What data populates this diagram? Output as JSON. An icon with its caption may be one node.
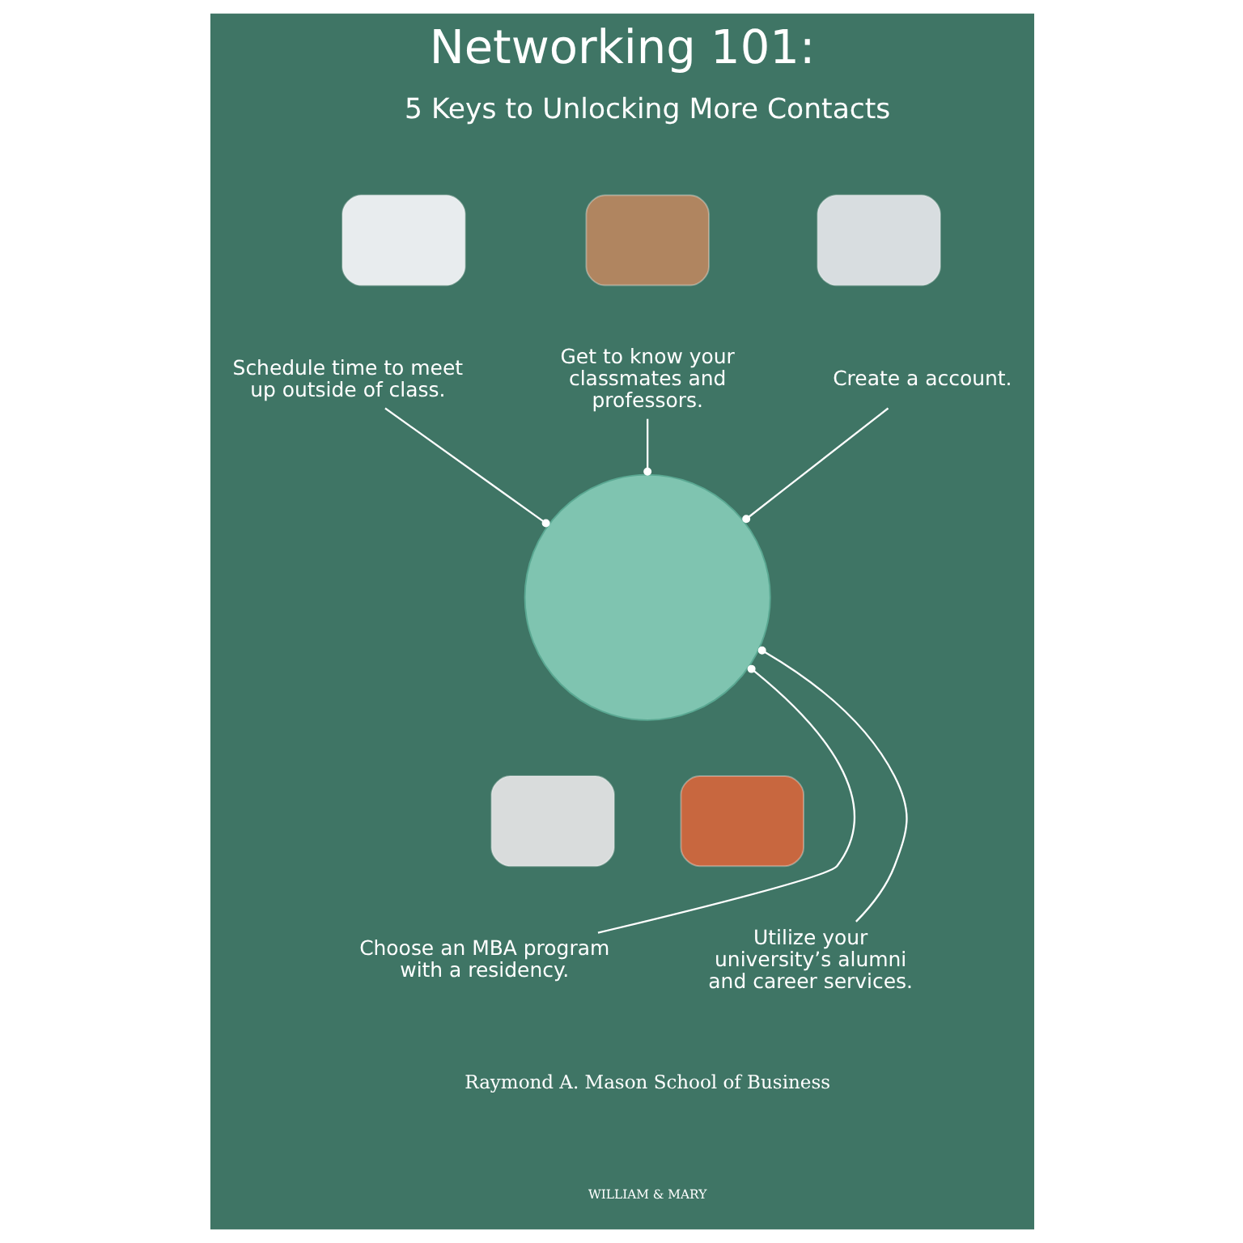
{
  "diagram": {
    "title": "Networking 101:",
    "nodes": [
      {
        "text": [],
        "shape": "box"
      },
      {
        "text": [
          "Get to know your classmates and professors."
        ]
      },
      {
        "text": [],
        "shape": "box"
      },
      {
        "text": [
          "Schedule time to meet up outside of class."
        ]
      },
      {
        "text": [],
        "shape": "box"
      },
      {
        "text": [
          "Create a account."
        ]
      },
      {
        "text": [],
        "shape": "circle"
      },
      {
        "text": [],
        "shape": "box"
      },
      {
        "text": [
          "Choose an MBA program with a residency."
        ]
      },
      {
        "text": [],
        "shape": "box"
      },
      {
        "text": [
          "Utilize your university’s alumni and career services."
        ]
      }
    ],
    "edges": [
      {
        "from": 1,
        "to": 6,
        "arrow": "other"
      },
      {
        "from": 3,
        "to": 6,
        "arrow": "other"
      },
      {
        "from": 5,
        "to": 6,
        "arrow": "other"
      },
      {
        "from": 8,
        "to": 6,
        "arrow": "other"
      },
      {
        "from": 10,
        "to": 6,
        "arrow": "other"
      }
    ],
    "labels": [
      "5 Keys to Unlocking More Contacts",
      "Raymond A. Mason School of Business",
      "WILLIAM & MARY"
    ]
  }
}
